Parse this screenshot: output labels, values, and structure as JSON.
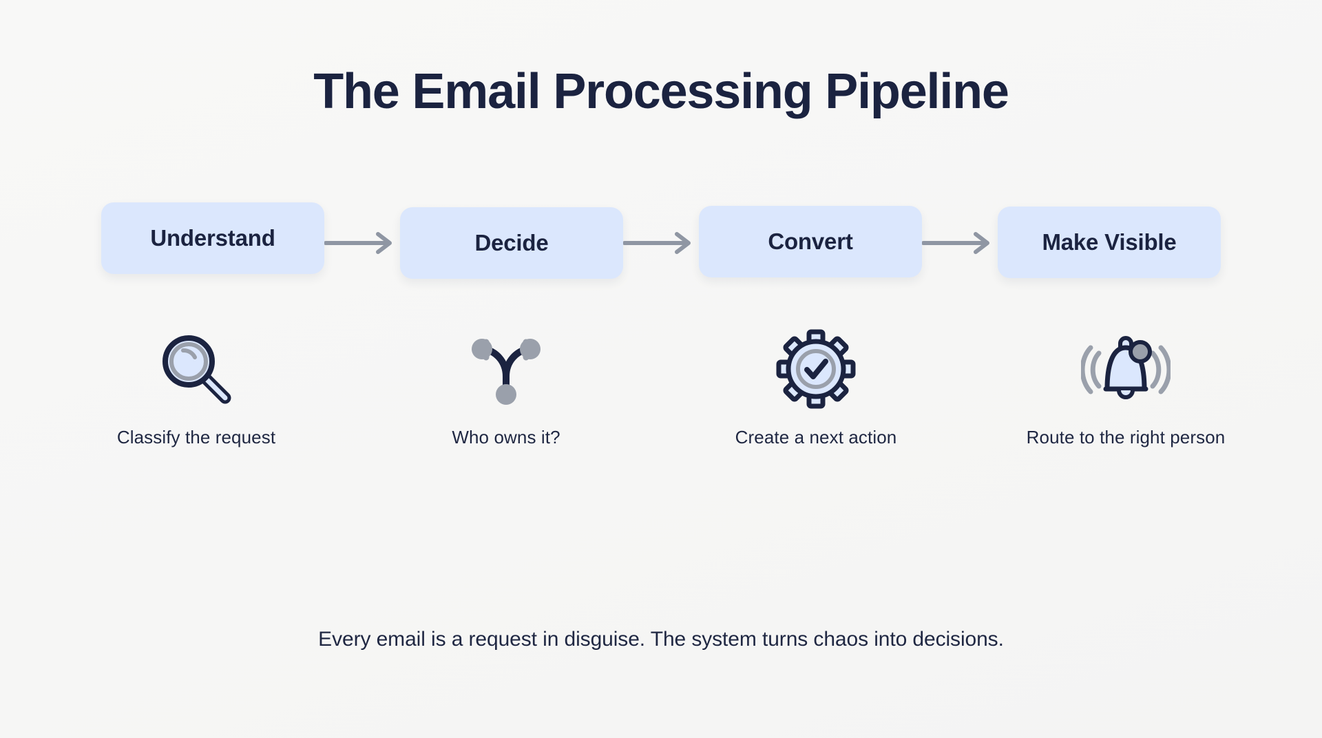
{
  "page": {
    "title": "The Email Processing Pipeline",
    "footer": "Every email is a request in disguise. The system turns chaos into decisions."
  },
  "colors": {
    "background": "#f7f7f6",
    "stage_fill": "#dbe7fd",
    "text_dark": "#1b2340",
    "arrow_gray": "#8f96a3",
    "icon_outline": "#1b2340",
    "icon_fill": "#dbe7fd",
    "icon_gray": "#9aa0ab"
  },
  "stages": [
    {
      "label": "Understand",
      "caption": "Classify the request",
      "icon": "magnifier-icon"
    },
    {
      "label": "Decide",
      "caption": "Who owns it?",
      "icon": "branch-fork-icon"
    },
    {
      "label": "Convert",
      "caption": "Create a next action",
      "icon": "gear-check-icon"
    },
    {
      "label": "Make Visible",
      "caption": "Route to the right person",
      "icon": "bell-notification-icon"
    }
  ],
  "connectors": [
    {
      "name": "arrow-right-icon"
    },
    {
      "name": "arrow-right-icon"
    },
    {
      "name": "arrow-right-icon"
    }
  ]
}
